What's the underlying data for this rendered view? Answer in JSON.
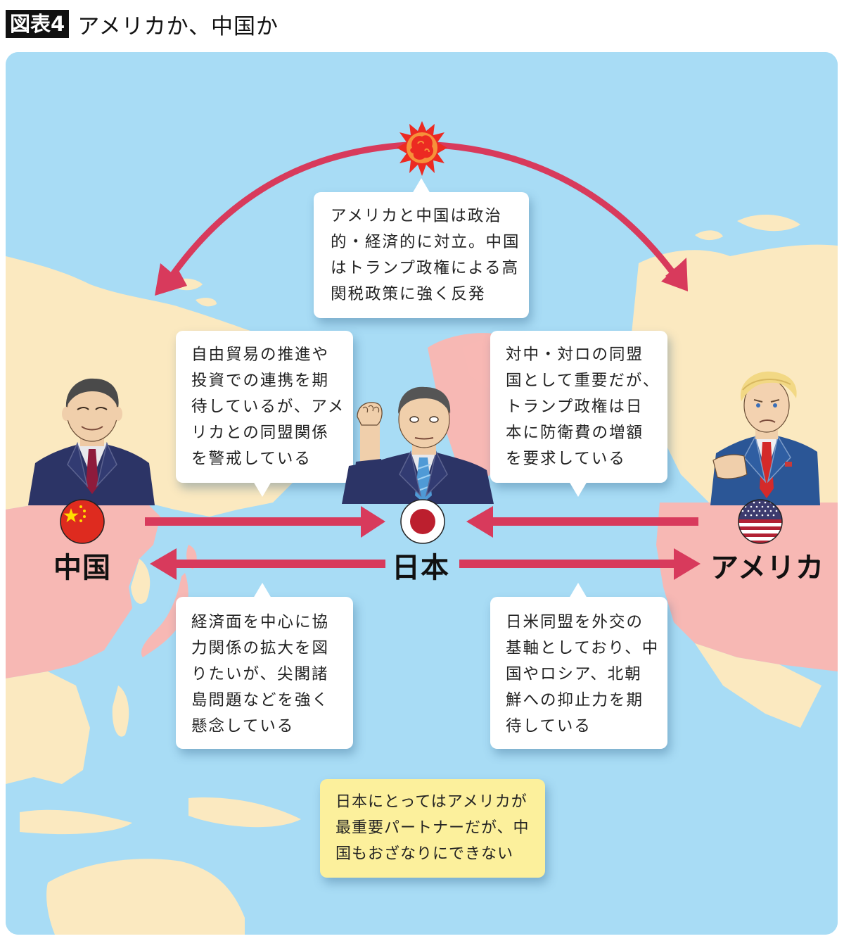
{
  "header": {
    "figure_tag": "図表4",
    "title": "アメリカか、中国か"
  },
  "colors": {
    "ocean": "#a8dcf5",
    "land": "#fbe9c0",
    "highlight_land": "#f7b8b4",
    "arrow": "#d83a5c",
    "box_white": "#ffffff",
    "box_yellow": "#fcf09c",
    "explosion_red": "#ec2a22",
    "explosion_orange": "#f6913a"
  },
  "conflict": {
    "icon": "explosion-icon",
    "lines": [
      "アメリカと中国は政治",
      "的・経済的に対立。中国",
      "はトランプ政権による高",
      "関税政策に強く反発"
    ]
  },
  "countries": {
    "china": {
      "label": "中国",
      "flag": "china-flag-icon",
      "leader": "china-leader-portrait"
    },
    "japan": {
      "label": "日本",
      "flag": "japan-flag-icon",
      "leader": "japan-leader-portrait"
    },
    "usa": {
      "label": "アメリカ",
      "flag": "usa-flag-icon",
      "leader": "usa-leader-portrait"
    }
  },
  "boxes": {
    "china_to_japan": {
      "lines": [
        "自由貿易の推進や",
        "投資での連携を期",
        "待しているが、アメ",
        "リカとの同盟関係",
        "を警戒している"
      ]
    },
    "usa_to_japan": {
      "lines": [
        "対中・対ロの同盟",
        "国として重要だが、",
        "トランプ政権は日",
        "本に防衛費の増額",
        "を要求している"
      ]
    },
    "japan_to_china": {
      "lines": [
        "経済面を中心に協",
        "力関係の拡大を図",
        "りたいが、尖閣諸",
        "島問題などを強く",
        "懸念している"
      ]
    },
    "japan_to_usa": {
      "lines": [
        "日米同盟を外交の",
        "基軸としており、中",
        "国やロシア、北朝",
        "鮮への抑止力を期",
        "待している"
      ]
    },
    "summary": {
      "lines": [
        "日本にとってはアメリカが",
        "最重要パートナーだが、中",
        "国もおざなりにできない"
      ]
    }
  }
}
